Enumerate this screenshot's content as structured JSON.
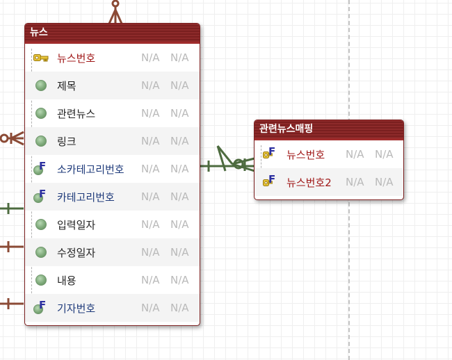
{
  "entities": {
    "news": {
      "title": "뉴스",
      "columns": [
        {
          "name": "뉴스번호",
          "kind": "pk",
          "icon": "primary-key-icon",
          "v1": "N/A",
          "v2": "N/A"
        },
        {
          "name": "제목",
          "kind": "attr",
          "icon": "attribute-dot-icon",
          "v1": "N/A",
          "v2": "N/A"
        },
        {
          "name": "관련뉴스",
          "kind": "attr",
          "icon": "attribute-dot-icon",
          "v1": "N/A",
          "v2": "N/A"
        },
        {
          "name": "링크",
          "kind": "attr",
          "icon": "attribute-dot-icon",
          "v1": "N/A",
          "v2": "N/A"
        },
        {
          "name": "소카테고리번호",
          "kind": "fk",
          "icon": "foreign-key-icon",
          "v1": "N/A",
          "v2": "N/A"
        },
        {
          "name": "카테고리번호",
          "kind": "fk",
          "icon": "foreign-key-icon",
          "v1": "N/A",
          "v2": "N/A"
        },
        {
          "name": "입력일자",
          "kind": "attr",
          "icon": "attribute-dot-icon",
          "v1": "N/A",
          "v2": "N/A"
        },
        {
          "name": "수정일자",
          "kind": "attr",
          "icon": "attribute-dot-icon",
          "v1": "N/A",
          "v2": "N/A"
        },
        {
          "name": "내용",
          "kind": "attr",
          "icon": "attribute-dot-icon",
          "v1": "N/A",
          "v2": "N/A"
        },
        {
          "name": "기자번호",
          "kind": "fk",
          "icon": "foreign-key-icon",
          "v1": "N/A",
          "v2": "N/A"
        }
      ]
    },
    "related_news_mapping": {
      "title": "관련뉴스매핑",
      "columns": [
        {
          "name": "뉴스번호",
          "kind": "pkfk",
          "icon": "primary-foreign-key-icon",
          "v1": "N/A",
          "v2": "N/A"
        },
        {
          "name": "뉴스번호2",
          "kind": "pkfk",
          "icon": "primary-foreign-key-icon",
          "v1": "N/A",
          "v2": "N/A"
        }
      ]
    }
  },
  "colors": {
    "header": "#7a1f1f",
    "relation_brown": "#8b4a35",
    "relation_green": "#4d6b3f",
    "pk_text": "#a01818",
    "fk_text": "#1e3a7a"
  }
}
